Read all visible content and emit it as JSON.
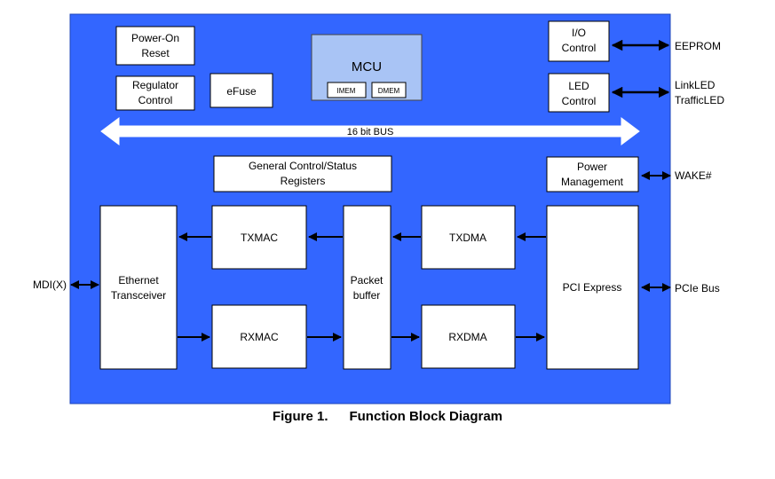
{
  "colors": {
    "board": "#3366ff",
    "block": "#ffffff",
    "mcu": "#a9c4f5",
    "stroke": "#000000",
    "bus": "#ffffff"
  },
  "blocks": {
    "power_on_reset": [
      "Power-On",
      "Reset"
    ],
    "regulator_control": [
      "Regulator",
      "Control"
    ],
    "efuse": [
      "eFuse"
    ],
    "mcu": "MCU",
    "imem": "IMEM",
    "dmem": "DMEM",
    "io_control": [
      "I/O",
      "Control"
    ],
    "led_control": [
      "LED",
      "Control"
    ],
    "bus": "16 bit BUS",
    "gcsr": [
      "General Control/Status",
      "Registers"
    ],
    "power_management": [
      "Power",
      "Management"
    ],
    "ethernet_transceiver": [
      "Ethernet",
      "Transceiver"
    ],
    "txmac": "TXMAC",
    "rxmac": "RXMAC",
    "packet_buffer": [
      "Packet",
      "buffer"
    ],
    "txdma": "TXDMA",
    "rxdma": "RXDMA",
    "pci_express": "PCI Express"
  },
  "external": {
    "eeprom": "EEPROM",
    "linkled": "LinkLED",
    "trafficled": "TrafficLED",
    "wake": "WAKE#",
    "pcie_bus": "PCIe Bus",
    "mdi": "MDI(X)"
  },
  "caption": {
    "number": "Figure 1.",
    "title": "Function Block Diagram"
  }
}
